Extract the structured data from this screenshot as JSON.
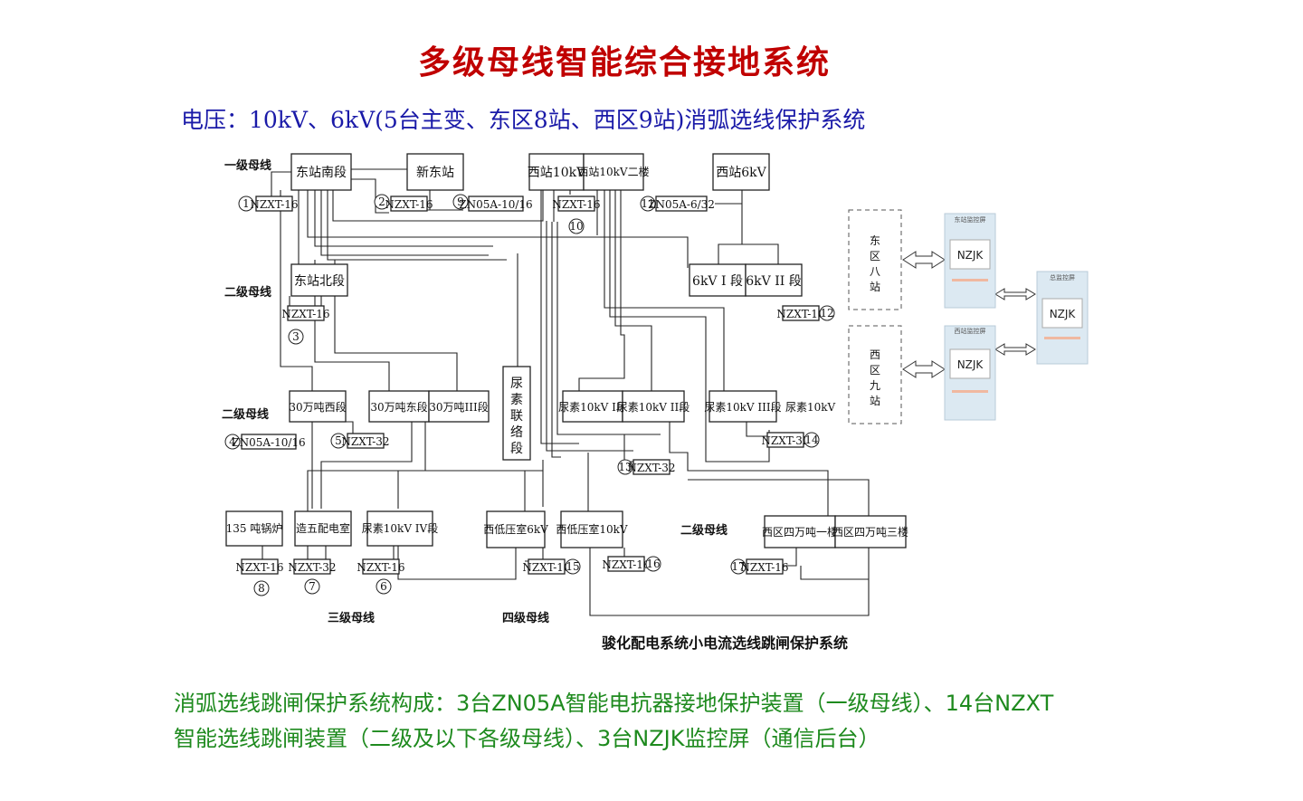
{
  "title": "多级母线智能综合接地系统",
  "subtitle": "电压：10kV、6kV(5台主变、东区8站、西区9站)消弧选线保护系统",
  "levels": {
    "l1": "一级母线",
    "l2a": "二级母线",
    "l2b": "二级母线",
    "l2c": "二级母线",
    "l3": "三级母线",
    "l4": "四级母线"
  },
  "nodes": {
    "dongnan": "东站南段",
    "xindong": "新东站",
    "xi10kv": "西站10kV",
    "xi10kv2": "西站10kV二楼",
    "xi6kv": "西站6kV",
    "dongbei": "东站北段",
    "kv6_1": "6kV I 段",
    "kv6_2": "6kV II 段",
    "xi30": "30万吨西段",
    "dong30": "30万吨东段",
    "t30_3": "30万吨III段",
    "niaosu_l1": "尿",
    "niaosu_l2": "素",
    "niaosu_l3": "联",
    "niaosu_l4": "络",
    "niaosu_l5": "段",
    "ns1": "尿素10kV I段",
    "ns2": "尿素10kV II段",
    "ns3": "尿素10kV III段",
    "ns10": "尿素10kV",
    "boiler": "135 吨锅炉",
    "zaowu": "造五配电室",
    "ns4": "尿素10kV IV段",
    "xdy6": "西低压室6kV",
    "xdy10": "西低压室10kV",
    "xq4_1": "西区四万吨一楼",
    "xq4_3": "西区四万吨三楼"
  },
  "devices": {
    "d1": "NZXT-16",
    "d2": "NZXT-16",
    "d9": "ZN05A-10/16",
    "d10": "NZXT-16",
    "d11": "ZN05A-6/32",
    "d3": "NZXT-16",
    "d12": "NZXT-16",
    "d4": "ZN05A-10/16",
    "d5": "NZXT-32",
    "d13": "NZXT-32",
    "d14": "NZXT-32",
    "d8": "NZXT-16",
    "d7": "NZXT-32",
    "d6": "NZXT-16",
    "d15": "NZXT-16",
    "d16": "NZXT-16",
    "d17": "NZXT-16"
  },
  "numbers": [
    "1",
    "2",
    "3",
    "4",
    "5",
    "6",
    "7",
    "8",
    "9",
    "10",
    "11",
    "12",
    "13",
    "14",
    "15",
    "16",
    "17"
  ],
  "stations": {
    "east_l1": "东",
    "east_l2": "区",
    "east_l3": "八",
    "east_l4": "站",
    "west_l1": "西",
    "west_l2": "区",
    "west_l3": "九",
    "west_l4": "站"
  },
  "monitors": {
    "east_title": "东站监控屏",
    "east_label": "NZJK",
    "west_title": "西站监控屏",
    "west_label": "NZJK",
    "main_title": "总监控屏",
    "main_label": "NZJK"
  },
  "caption": "骏化配电系统小电流选线跳闸保护系统",
  "footer": {
    "line1": "消弧选线跳闸保护系统构成：3台ZN05A智能电抗器接地保护装置（一级母线）、14台NZXT",
    "line2": "智能选线跳闸装置（二级及以下各级母线）、3台NZJK监控屏（通信后台）"
  },
  "colors": {
    "title": "#c00000",
    "subtitle": "#1a1aa8",
    "footer": "#1e8a1e",
    "monitor": "#dce9f2"
  }
}
